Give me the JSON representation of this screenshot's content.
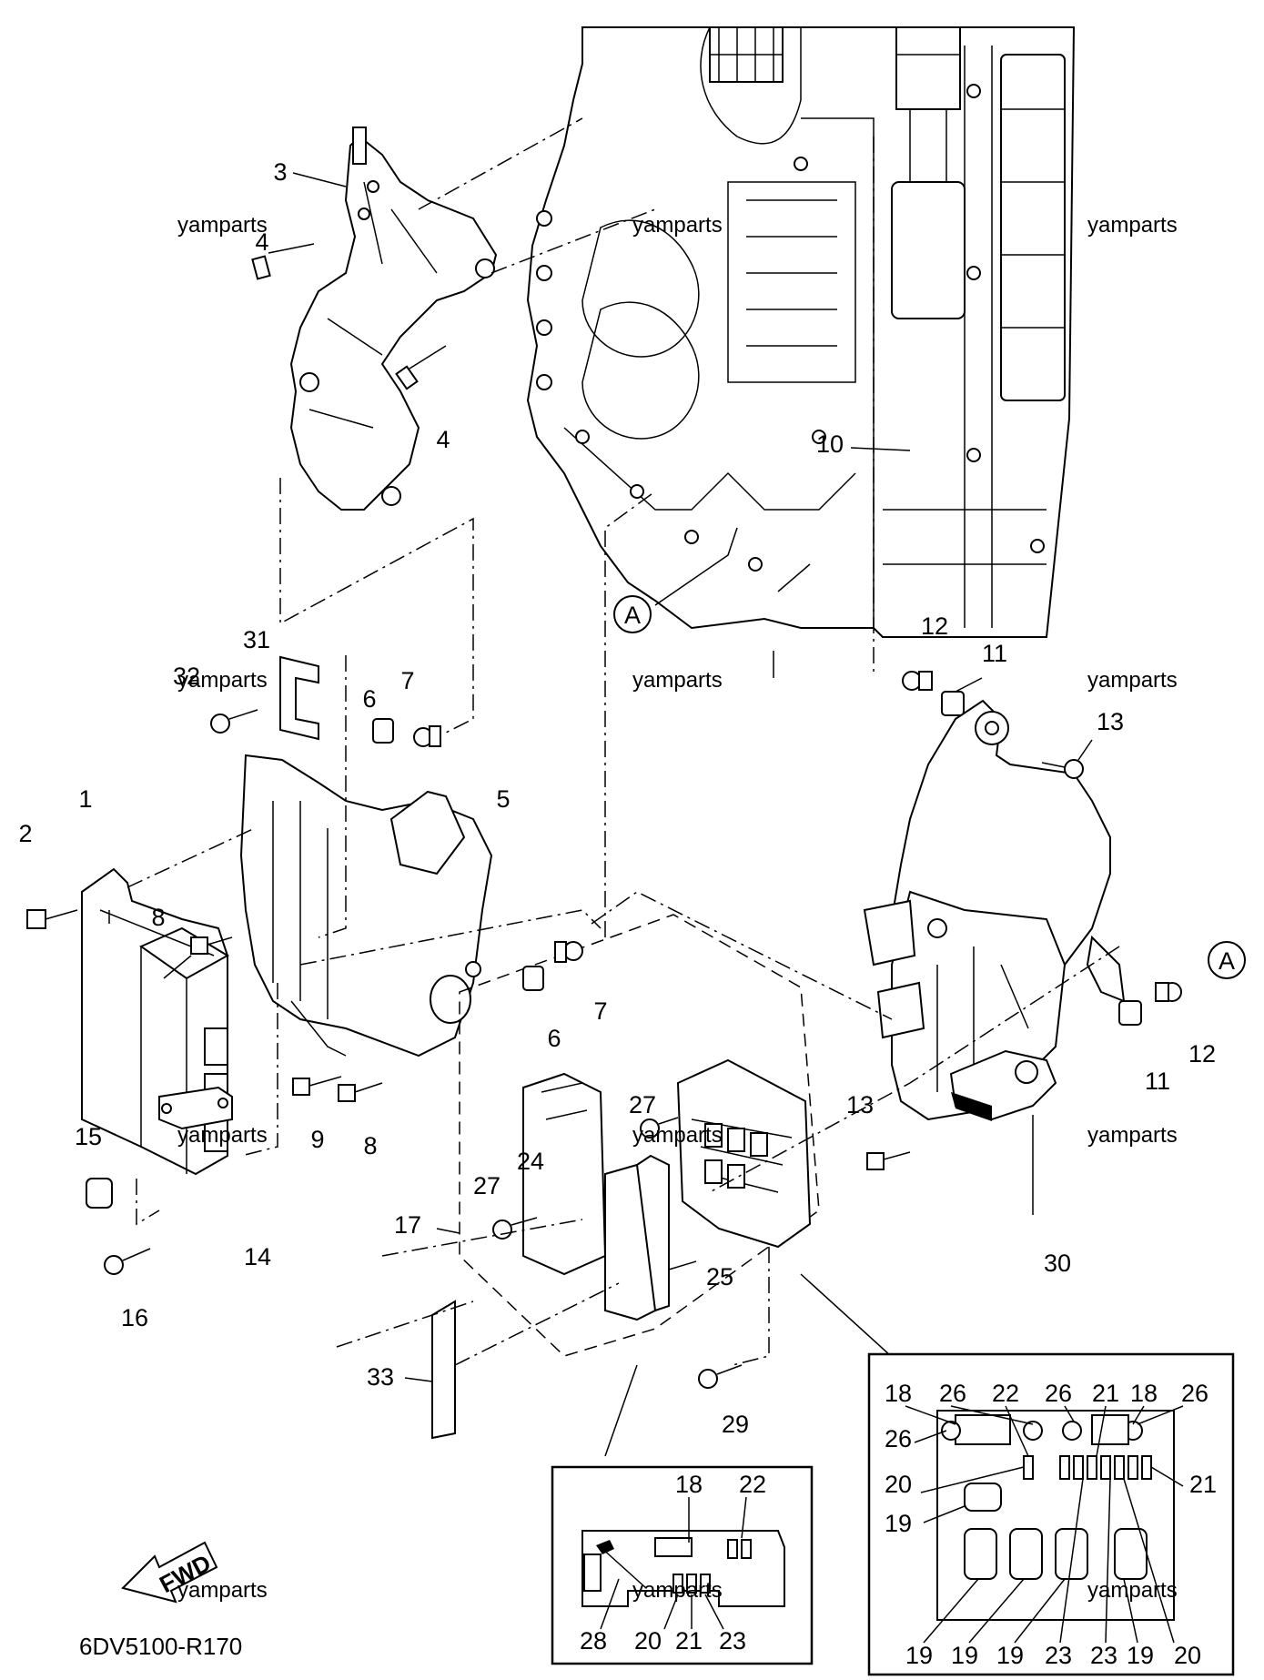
{
  "diagram": {
    "drawing_code": "6DV5100-R170",
    "fwd_label": "FWD",
    "watermark": "yamparts",
    "ref_mark": "A",
    "callouts": {
      "c1": "1",
      "c2": "2",
      "c3": "3",
      "c4a": "4",
      "c4b": "4",
      "c5": "5",
      "c6a": "6",
      "c6b": "6",
      "c7a": "7",
      "c7b": "7",
      "c8a": "8",
      "c8b": "8",
      "c9": "9",
      "c10": "10",
      "c11a": "11",
      "c11b": "11",
      "c12a": "12",
      "c12b": "12",
      "c13a": "13",
      "c13b": "13",
      "c14": "14",
      "c15": "15",
      "c16": "16",
      "c17": "17",
      "c24": "24",
      "c25": "25",
      "c27a": "27",
      "c27b": "27",
      "c29": "29",
      "c30": "30",
      "c31": "31",
      "c32": "32",
      "c33": "33"
    },
    "inset_left": {
      "c18": "18",
      "c22": "22",
      "c28": "28",
      "c20": "20",
      "c21": "21",
      "c23": "23"
    },
    "inset_right": {
      "t18a": "18",
      "t26a": "26",
      "t22": "22",
      "t26b": "26",
      "t21": "21",
      "t18b": "18",
      "t26c": "26",
      "l26": "26",
      "l20": "20",
      "l19": "19",
      "r21": "21",
      "b19a": "19",
      "b19b": "19",
      "b19c": "19",
      "b23a": "23",
      "b23b": "23",
      "b19d": "19",
      "b20": "20"
    }
  }
}
